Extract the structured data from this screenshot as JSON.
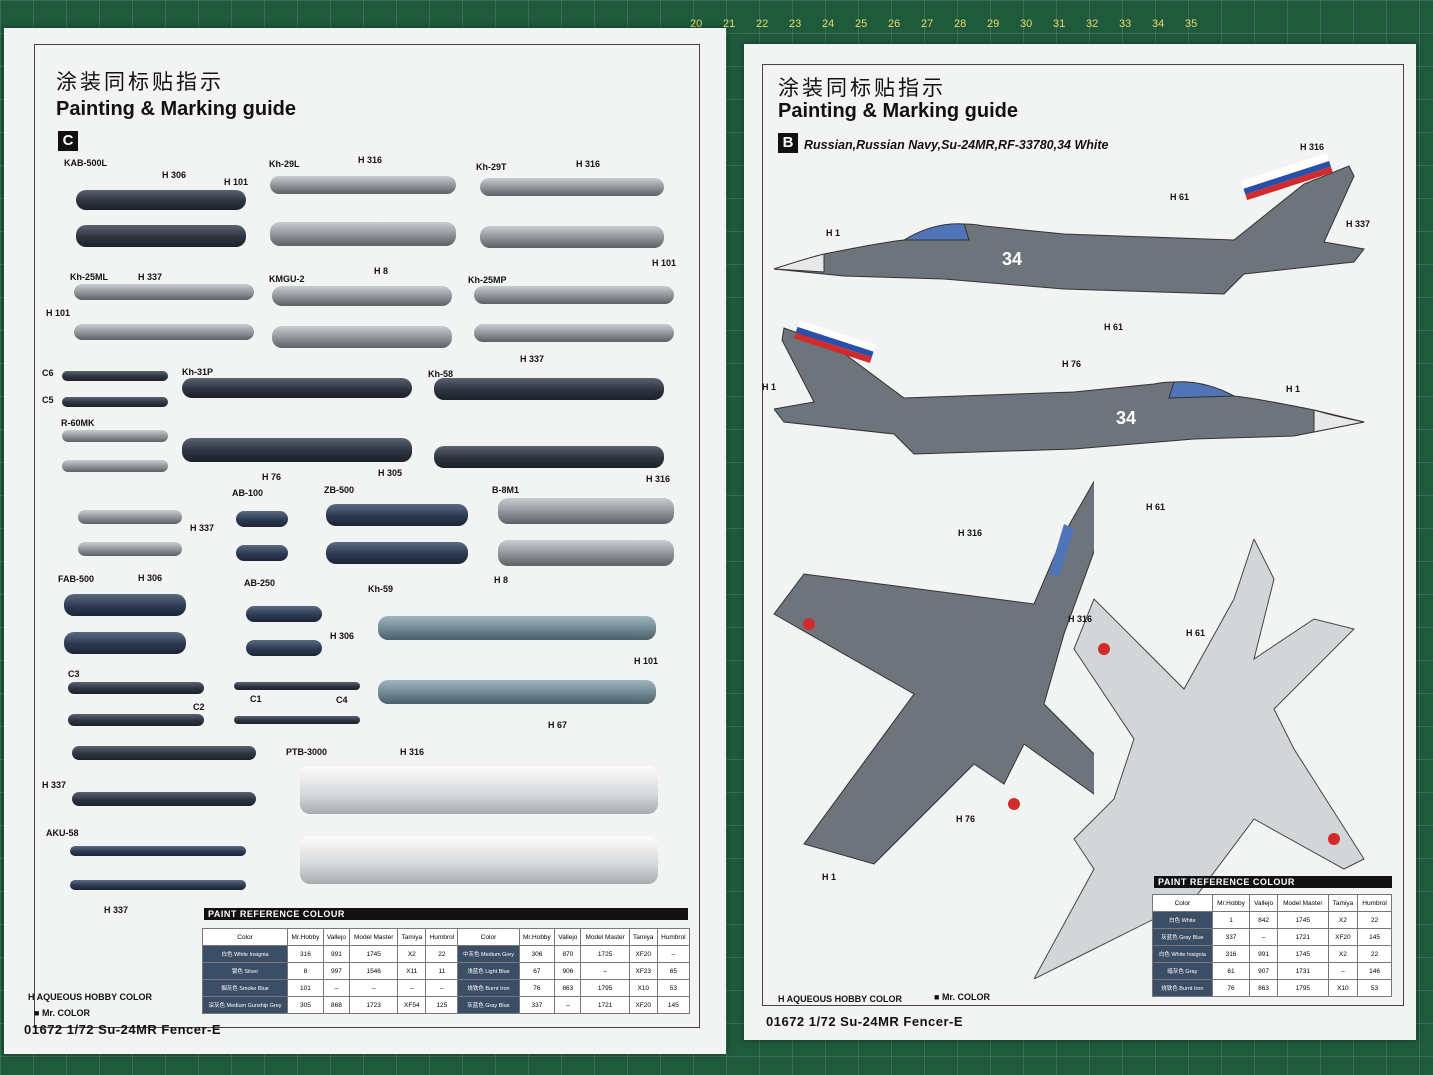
{
  "ruler": {
    "numbers": [
      "20",
      "21",
      "22",
      "23",
      "24",
      "25",
      "26",
      "27",
      "28",
      "29",
      "30",
      "31",
      "32",
      "33",
      "34",
      "35"
    ]
  },
  "left_sheet": {
    "title_cn": "涂装同标贴指示",
    "title_en": "Painting & Marking guide",
    "section_badge": "C",
    "weapon_labels": [
      "KAB-500L",
      "Kh-29L",
      "Kh-29T",
      "Kh-25ML",
      "KMGU-2",
      "Kh-25MP",
      "Kh-31P",
      "Kh-58",
      "R-60MK",
      "AB-100",
      "ZB-500",
      "B-8M1",
      "FAB-500",
      "AB-250",
      "Kh-59",
      "PTB-3000",
      "AKU-58",
      "C6",
      "C5",
      "C3",
      "C2",
      "C1",
      "C4"
    ],
    "paint_codes": [
      "H 306",
      "H 101",
      "H 316",
      "H 337",
      "H 8",
      "H 316",
      "H 101",
      "H 101",
      "H 337",
      "H 76",
      "H 305",
      "H 316",
      "H 337",
      "H 8",
      "H 306",
      "H 306",
      "H 101",
      "H 67",
      "H 316",
      "H 337",
      "H 337"
    ],
    "table_title": "PAINT  REFERENCE COLOUR",
    "table_headers": [
      "Color",
      "Mr.Hobby",
      "Vallejo",
      "Model Master",
      "Tamiya",
      "Humbrol",
      "Color",
      "Mr.Hobby",
      "Vallejo",
      "Model Master",
      "Tamiya",
      "Humbrol"
    ],
    "table_rows": [
      [
        "白色 White Insignia",
        "316",
        "991",
        "1745",
        "X2",
        "22",
        "中灰色 Medium Grey",
        "306",
        "870",
        "1725",
        "XF20",
        "–"
      ],
      [
        "银色 Silver",
        "8",
        "997",
        "1546",
        "X11",
        "11",
        "浅蓝色 Light Blue",
        "67",
        "906",
        "–",
        "XF23",
        "65"
      ],
      [
        "烟灰色 Smoke Blue",
        "101",
        "–",
        "–",
        "–",
        "–",
        "烧铁色 Burnt Iron",
        "76",
        "863",
        "1795",
        "X10",
        "53"
      ],
      [
        "深灰色 Medium Gunship Grey",
        "305",
        "868",
        "1723",
        "XF54",
        "125",
        "灰蓝色 Gray Blue",
        "337",
        "–",
        "1721",
        "XF20",
        "145"
      ]
    ],
    "legend_h": "H  AQUEOUS HOBBY COLOR",
    "legend_b": "Mr. COLOR",
    "footer": "01672  1/72 Su-24MR Fencer-E"
  },
  "right_sheet": {
    "title_cn": "涂装同标贴指示",
    "title_en": "Painting & Marking guide",
    "section_badge": "B",
    "subtitle": "Russian,Russian Navy,Su-24MR,RF-33780,34 White",
    "aircraft_number": "34",
    "callouts": [
      "H 316",
      "H 61",
      "H 1",
      "H 337",
      "H 61",
      "H 76",
      "H 1",
      "H 1",
      "H 61",
      "H 316",
      "H 316",
      "H 61",
      "H 76",
      "H 1"
    ],
    "table_title": "PAINT  REFERENCE COLOUR",
    "table_headers": [
      "Color",
      "Mr.Hobby",
      "Vallejo",
      "Model Master",
      "Tamiya",
      "Humbrol"
    ],
    "table_rows": [
      [
        "白色 White",
        "1",
        "842",
        "1745",
        "X2",
        "22"
      ],
      [
        "灰蓝色 Gray Blue",
        "337",
        "–",
        "1721",
        "XF20",
        "145"
      ],
      [
        "白色 White Insignia",
        "316",
        "991",
        "1745",
        "X2",
        "22"
      ],
      [
        "暗灰色 Gray",
        "61",
        "907",
        "1731",
        "–",
        "146"
      ],
      [
        "烧铁色 Burnt Iron",
        "76",
        "863",
        "1795",
        "X10",
        "53"
      ]
    ],
    "legend_h": "H  AQUEOUS HOBBY COLOR",
    "legend_b": "Mr. COLOR",
    "footer": "01672  1/72 Su-24MR Fencer-E"
  },
  "colors": {
    "mat": "#1f5a3c",
    "paper": "#f2f4f4",
    "aircraft": "#6d747c",
    "star": "#d32b2b"
  }
}
